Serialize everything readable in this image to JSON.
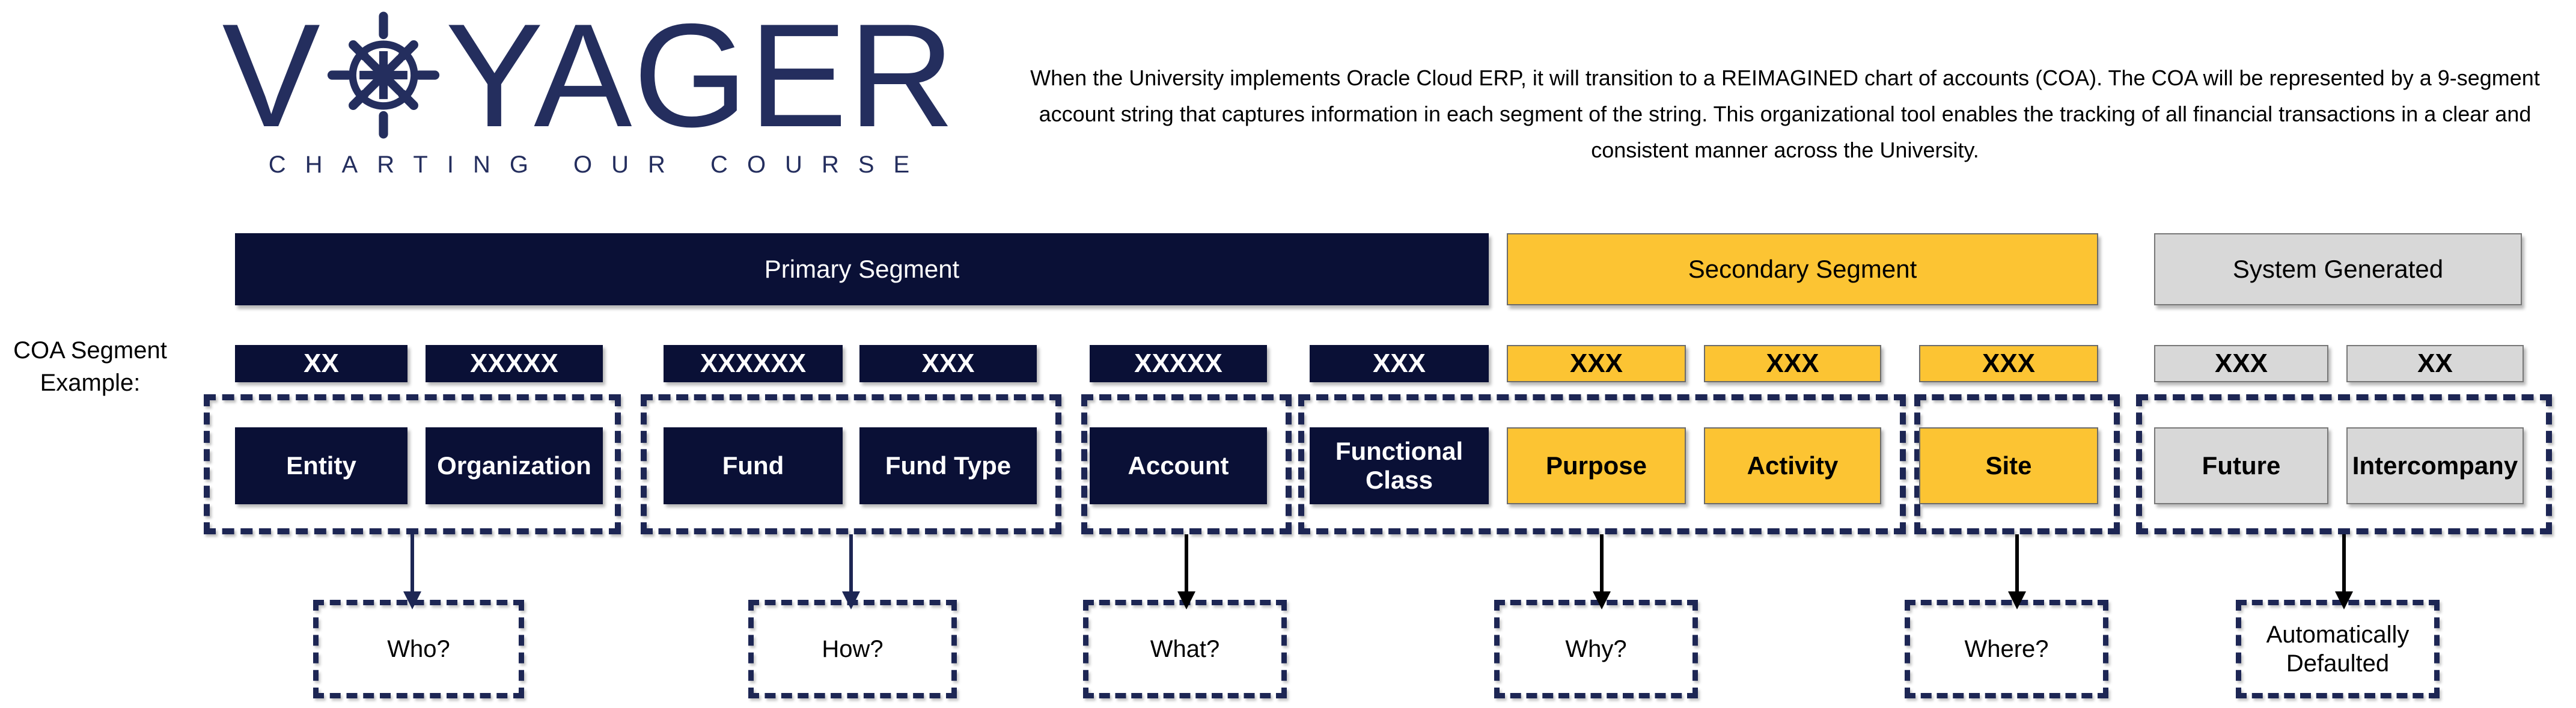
{
  "logo": {
    "word_start": "V",
    "word_end": "YAGER",
    "tagline": "CHARTING OUR COURSE"
  },
  "intro_text": "When the University implements Oracle Cloud ERP, it will transition to a REIMAGINED chart of accounts (COA). The COA will be represented by a 9-segment account string that captures information in each segment of the string. This organizational tool enables the tracking of all financial transactions in a clear and consistent manner across the University.",
  "coa_example_label": "COA Segment Example:",
  "headers": {
    "primary": "Primary Segment",
    "secondary": "Secondary Segment",
    "system": "System Generated"
  },
  "segments": [
    {
      "code": "XX",
      "name": "Entity",
      "category": "primary"
    },
    {
      "code": "XXXXX",
      "name": "Organization",
      "category": "primary"
    },
    {
      "code": "XXXXXX",
      "name": "Fund",
      "category": "primary"
    },
    {
      "code": "XXX",
      "name": "Fund Type",
      "category": "primary"
    },
    {
      "code": "XXXXX",
      "name": "Account",
      "category": "primary"
    },
    {
      "code": "XXX",
      "name": "Functional Class",
      "category": "primary"
    },
    {
      "code": "XXX",
      "name": "Purpose",
      "category": "secondary"
    },
    {
      "code": "XXX",
      "name": "Activity",
      "category": "secondary"
    },
    {
      "code": "XXX",
      "name": "Site",
      "category": "secondary"
    },
    {
      "code": "XXX",
      "name": "Future",
      "category": "system"
    },
    {
      "code": "XX",
      "name": "Intercompany",
      "category": "system"
    }
  ],
  "questions": [
    "Who?",
    "How?",
    "What?",
    "Why?",
    "Where?",
    "Automatically Defaulted"
  ],
  "colors": {
    "navy": "#0a1036",
    "dash_navy": "#1d2654",
    "logo_navy": "#242e5e",
    "gold": "#fcc433",
    "gray": "#d8d8d8"
  }
}
